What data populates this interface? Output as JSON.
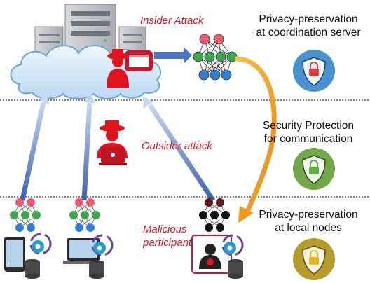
{
  "labels": {
    "insider": "Insider Attack",
    "outsider": "Outsider attack",
    "malicious_line1": "Malicious",
    "malicious_line2": "participant"
  },
  "sections": [
    {
      "line1": "Privacy-preservation",
      "line2": "at coordination server",
      "icon": "shield-lock-icon",
      "color": "#4a92cf"
    },
    {
      "line1": "Security Protection",
      "line2": "for communication",
      "icon": "shield-lock-icon",
      "color": "#72a84a"
    },
    {
      "line1": "Privacy-preservation",
      "line2": "at local nodes",
      "icon": "shield-lock-icon",
      "color": "#b59b2c"
    }
  ],
  "colors": {
    "attack_red": "#e0141e",
    "arrow_blue": "#5a7cc4",
    "arrow_orange": "#f0a024",
    "cloud": "#d5e8f8"
  }
}
